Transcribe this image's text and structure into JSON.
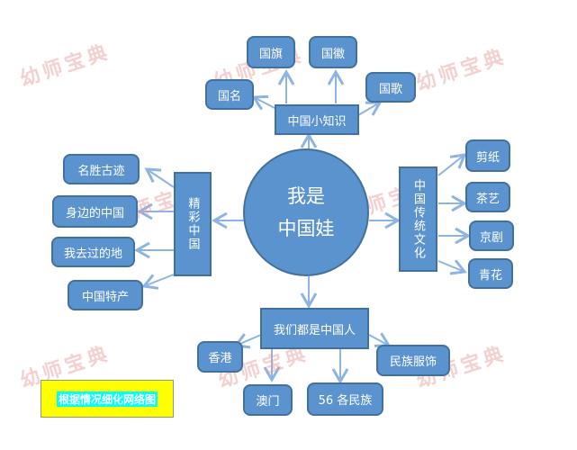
{
  "center": {
    "line1": "我是",
    "line2": "中国娃"
  },
  "branches": {
    "top": {
      "label": "中国小知识",
      "children": [
        "国名",
        "国旗",
        "国徽",
        "国歌"
      ]
    },
    "left": {
      "label": "精彩中国",
      "children": [
        "名胜古迹",
        "身边的中国",
        "我去过的地",
        "中国特产"
      ]
    },
    "right": {
      "label": "中国传统文化",
      "children": [
        "剪纸",
        "茶艺",
        "京剧",
        "青花"
      ]
    },
    "bottom": {
      "label": "我们都是中国人",
      "children": [
        "香港",
        "澳门",
        "56 各民族",
        "民族服饰"
      ]
    }
  },
  "note": {
    "label": "根据情况细化网络图",
    "bg_color": "#ffff00",
    "highlight_color": "#00ffff"
  },
  "watermark": "幼师宝典",
  "colors": {
    "node_fill": "#5b93cf",
    "node_border": "#41719c",
    "arrow": "#8db4e2"
  }
}
